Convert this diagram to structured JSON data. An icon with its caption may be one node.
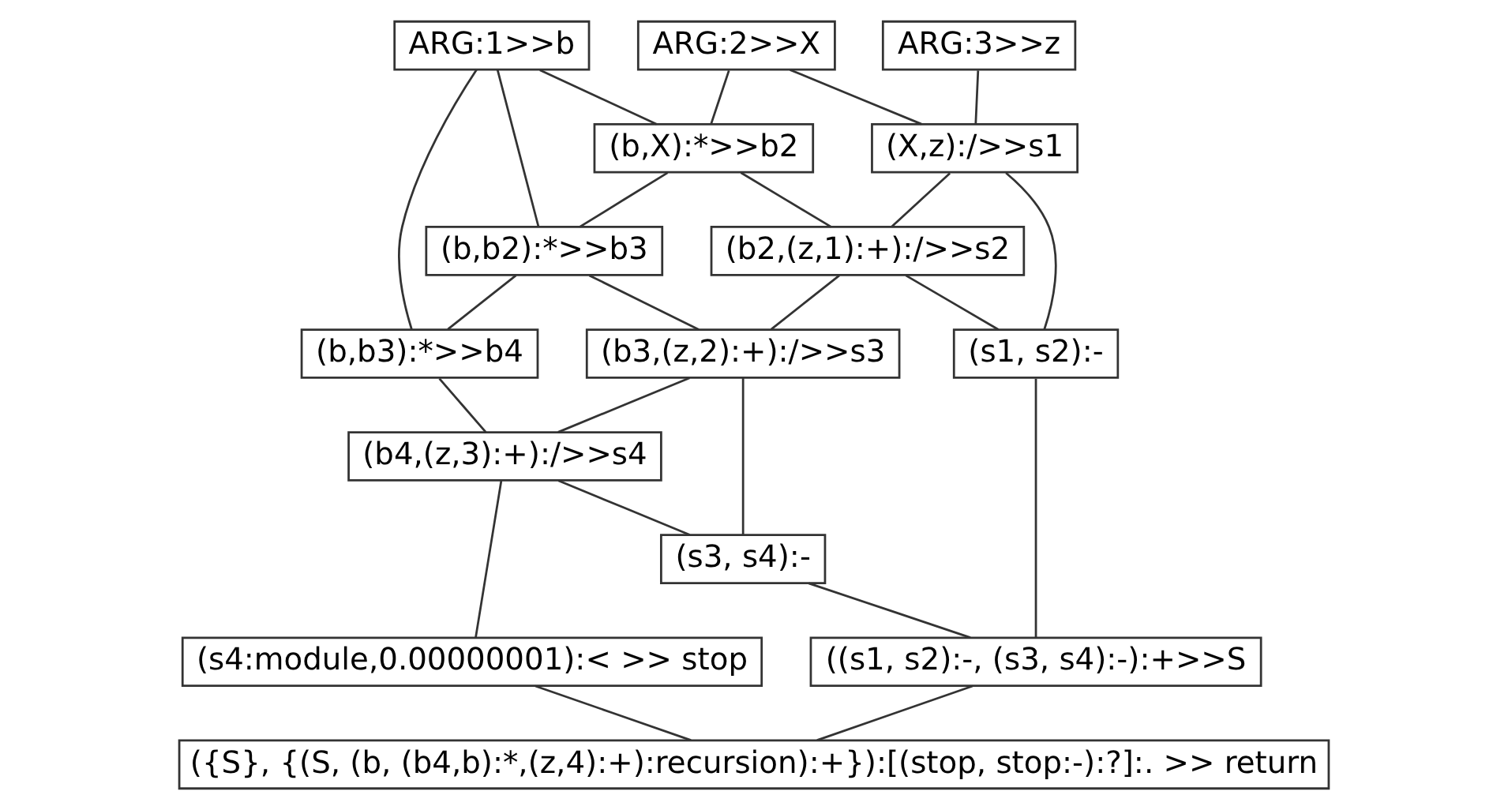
{
  "diagram": {
    "nodes": [
      {
        "text": [
          "ARG:1>>b"
        ]
      },
      {
        "text": [
          "ARG:2>>X"
        ]
      },
      {
        "text": [
          "ARG:3>>z"
        ]
      },
      {
        "text": [
          "(b,X):*>>b2"
        ]
      },
      {
        "text": [
          "(X,z):/>>s1"
        ]
      },
      {
        "text": [
          "(b,b2):*>>b3"
        ]
      },
      {
        "text": [
          "(b2,(z,1):+):/>>s2"
        ]
      },
      {
        "text": [
          "(b,b3):*>>b4"
        ]
      },
      {
        "text": [
          "(b3,(z,2):+):/>>s3"
        ]
      },
      {
        "text": [
          "(s1, s2):-"
        ]
      },
      {
        "text": [
          "(b4,(z,3):+):/>>s4"
        ]
      },
      {
        "text": [
          "(s4:module,0.00000001):< >> stop"
        ]
      },
      {
        "text": [
          "(s3, s4):-"
        ]
      },
      {
        "text": [
          "((s1, s2):-, (s3, s4):-):+>>S"
        ]
      },
      {
        "text": [
          "({S}, {(S, (b, (b4,b):*,(z,4):+):recursion):+}):[(stop, stop:-):?]:. >> return"
        ]
      }
    ],
    "edges": [
      {
        "from": 0,
        "to": 3,
        "arrow": "none"
      },
      {
        "from": 0,
        "to": 5,
        "arrow": "none"
      },
      {
        "from": 0,
        "to": 7,
        "arrow": "none"
      },
      {
        "from": 1,
        "to": 3,
        "arrow": "none"
      },
      {
        "from": 1,
        "to": 4,
        "arrow": "none"
      },
      {
        "from": 2,
        "to": 4,
        "arrow": "none"
      },
      {
        "from": 3,
        "to": 5,
        "arrow": "none"
      },
      {
        "from": 3,
        "to": 6,
        "arrow": "none"
      },
      {
        "from": 4,
        "to": 6,
        "arrow": "none"
      },
      {
        "from": 4,
        "to": 9,
        "arrow": "none"
      },
      {
        "from": 5,
        "to": 7,
        "arrow": "none"
      },
      {
        "from": 5,
        "to": 8,
        "arrow": "none"
      },
      {
        "from": 6,
        "to": 8,
        "arrow": "none"
      },
      {
        "from": 6,
        "to": 9,
        "arrow": "none"
      },
      {
        "from": 7,
        "to": 10,
        "arrow": "none"
      },
      {
        "from": 8,
        "to": 10,
        "arrow": "none"
      },
      {
        "from": 8,
        "to": 12,
        "arrow": "none"
      },
      {
        "from": 10,
        "to": 11,
        "arrow": "none"
      },
      {
        "from": 10,
        "to": 12,
        "arrow": "none"
      },
      {
        "from": 9,
        "to": 13,
        "arrow": "none"
      },
      {
        "from": 12,
        "to": 13,
        "arrow": "none"
      },
      {
        "from": 11,
        "to": 14,
        "arrow": "none"
      },
      {
        "from": 13,
        "to": 14,
        "arrow": "none"
      }
    ]
  }
}
